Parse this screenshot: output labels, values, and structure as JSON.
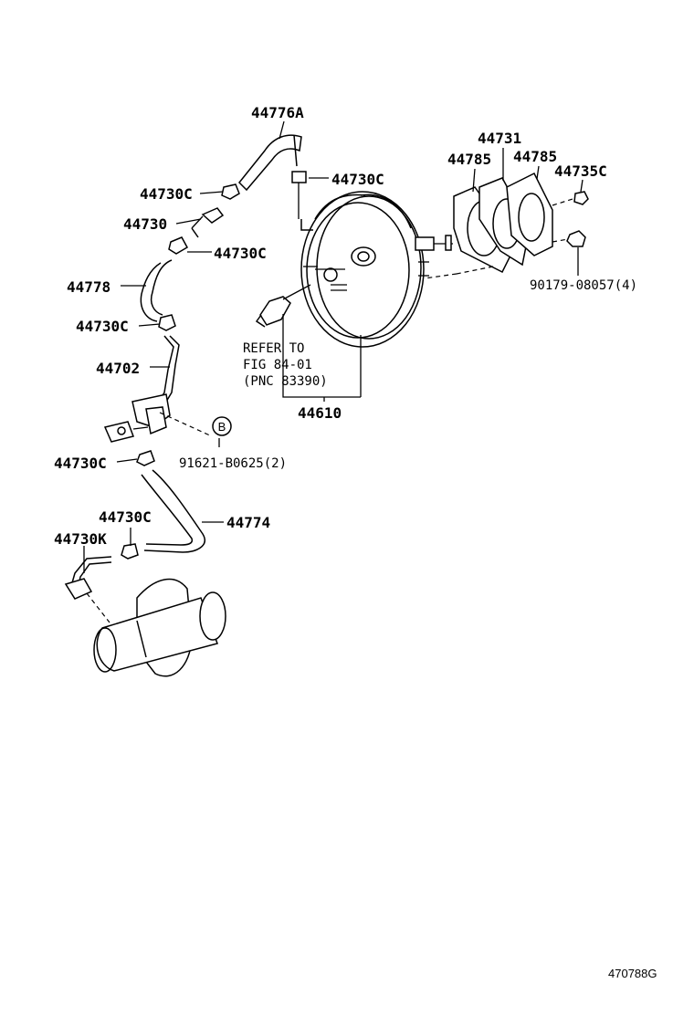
{
  "labels": {
    "p44776A": "44776A",
    "p44730C_a": "44730C",
    "p44730C_b": "44730C",
    "p44730": "44730",
    "p44730C_c": "44730C",
    "p44778": "44778",
    "p44730C_d": "44730C",
    "p44702": "44702",
    "p44730C_e": "44730C",
    "p91621": "91621-B0625(2)",
    "p44730C_f": "44730C",
    "p44774": "44774",
    "p44730K": "44730K",
    "p44731": "44731",
    "p44785_a": "44785",
    "p44785_b": "44785",
    "p44735C": "44735C",
    "p90179": "90179-08057(4)",
    "p44610": "44610",
    "refer1": "REFER TO",
    "refer2": "FIG 84-01",
    "refer3": "(PNC 83390)",
    "callout_b": "B",
    "image_code": "470788G"
  }
}
